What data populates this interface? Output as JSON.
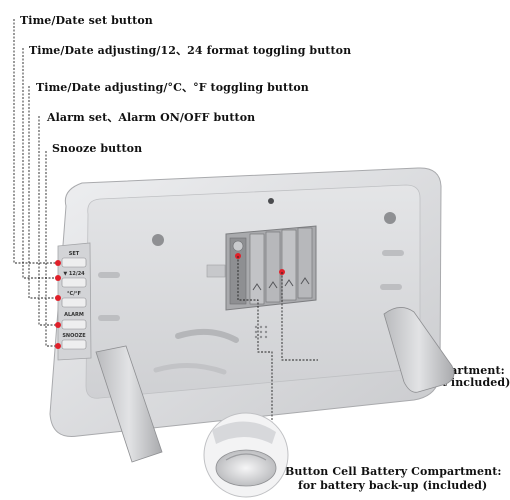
{
  "callouts": {
    "time_date_set": "Time/Date set button",
    "adjust_12_24": "Time/Date adjusting/12、24 format toggling button",
    "adjust_c_f": "Time/Date adjusting/°C、°F toggling button",
    "alarm": "Alarm set、Alarm ON/OFF button",
    "snooze": "Snooze button",
    "aa_batteries_line1": "4*AA Batteries Compartment:",
    "aa_batteries_line2": "powered for the clock (not included)",
    "coin_cell_line1": "Button Cell Battery Compartment:",
    "coin_cell_line2": "for battery back-up (included)"
  },
  "device_buttons": {
    "set": "SET",
    "mode_12_24": "▼ 12/24",
    "c_f": "°C/°F",
    "alarm": "ALARM",
    "snooze": "SNOOZE"
  },
  "colors": {
    "callout_line": "#222222",
    "indicator_dot": "#e0202a",
    "device_body": "#d9dadc"
  }
}
